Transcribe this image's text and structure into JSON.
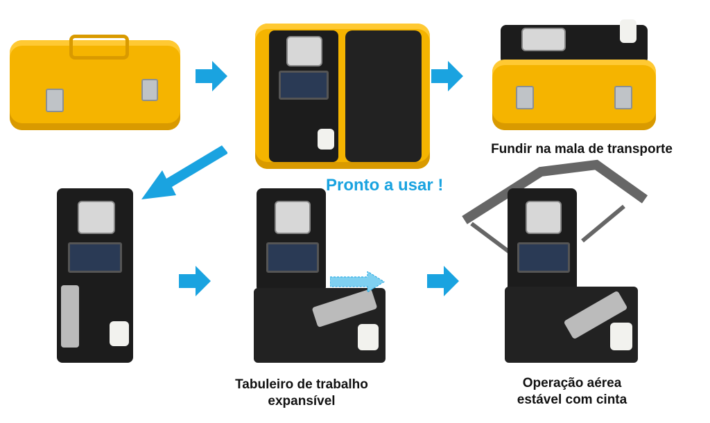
{
  "captions": {
    "transport": "Fundir na mala de transporte",
    "ready": "Pronto a usar !",
    "tray_line1": "Tabuleiro de trabalho",
    "tray_line2": "expansível",
    "strap_line1": "Operação aérea",
    "strap_line2": "estável com cinta"
  },
  "colors": {
    "arrow": "#1aa3e0",
    "case": "#f5b400",
    "device": "#1c1c1c"
  }
}
